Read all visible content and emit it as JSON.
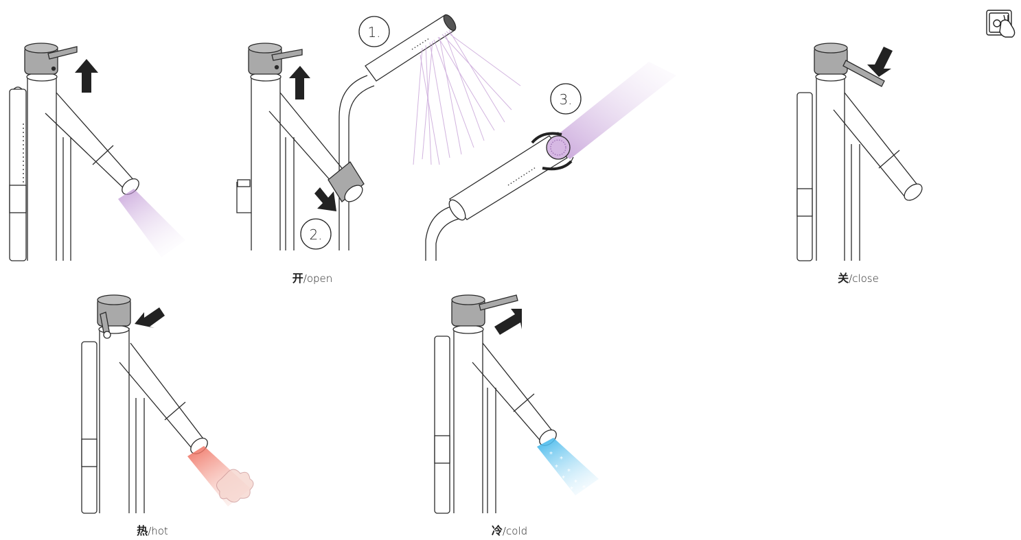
{
  "captions": {
    "open": {
      "zh": "开",
      "sep": "/",
      "en": "open"
    },
    "close": {
      "zh": "关",
      "sep": "/",
      "en": "close"
    },
    "hot": {
      "zh": "热",
      "sep": "/",
      "en": "hot"
    },
    "cold": {
      "zh": "冷",
      "sep": "/",
      "en": "cold"
    }
  },
  "steps": [
    "1.",
    "2.",
    "3."
  ],
  "icons": {
    "corner": "hand-touch-icon",
    "arrow": "arrow-icon"
  },
  "colors": {
    "stroke": "#2a2a2a",
    "handle_grey": "#a9a9a9",
    "arrow": "#222222",
    "open_spray": "#c9a6d9",
    "hot_water": "#f08a7c",
    "cold_water": "#4fc0ec"
  }
}
